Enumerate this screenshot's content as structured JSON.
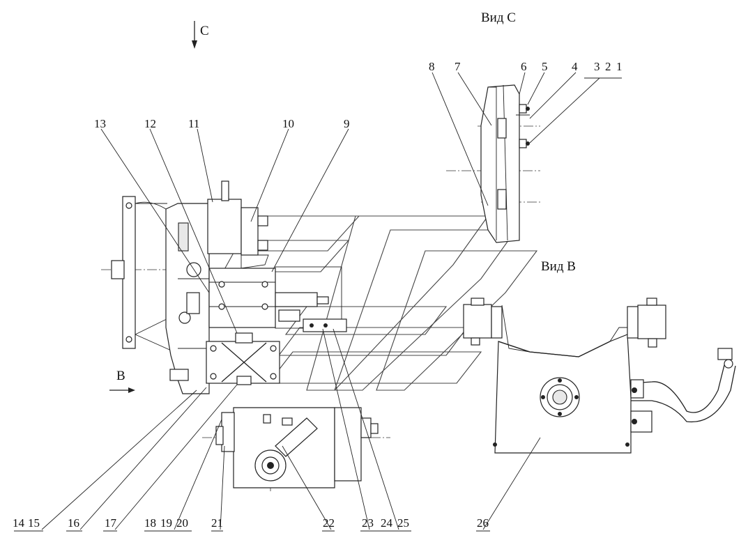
{
  "view_c_title": "Вид С",
  "view_b_title": "Вид В",
  "arrow_c_letter": "С",
  "arrow_b_letter": "В",
  "callouts": {
    "c1": "1",
    "c2": "2",
    "c3": "3",
    "c4": "4",
    "c5": "5",
    "c6": "6",
    "c7": "7",
    "c8": "8",
    "c9": "9",
    "c10": "10",
    "c11": "11",
    "c12": "12",
    "c13": "13",
    "c14": "14",
    "c15": "15",
    "c16": "16",
    "c17": "17",
    "c18": "18",
    "c19": "19",
    "c20": "20",
    "c21": "21",
    "c22": "22",
    "c23": "23",
    "c24": "24",
    "c25": "25",
    "c26": "26"
  }
}
